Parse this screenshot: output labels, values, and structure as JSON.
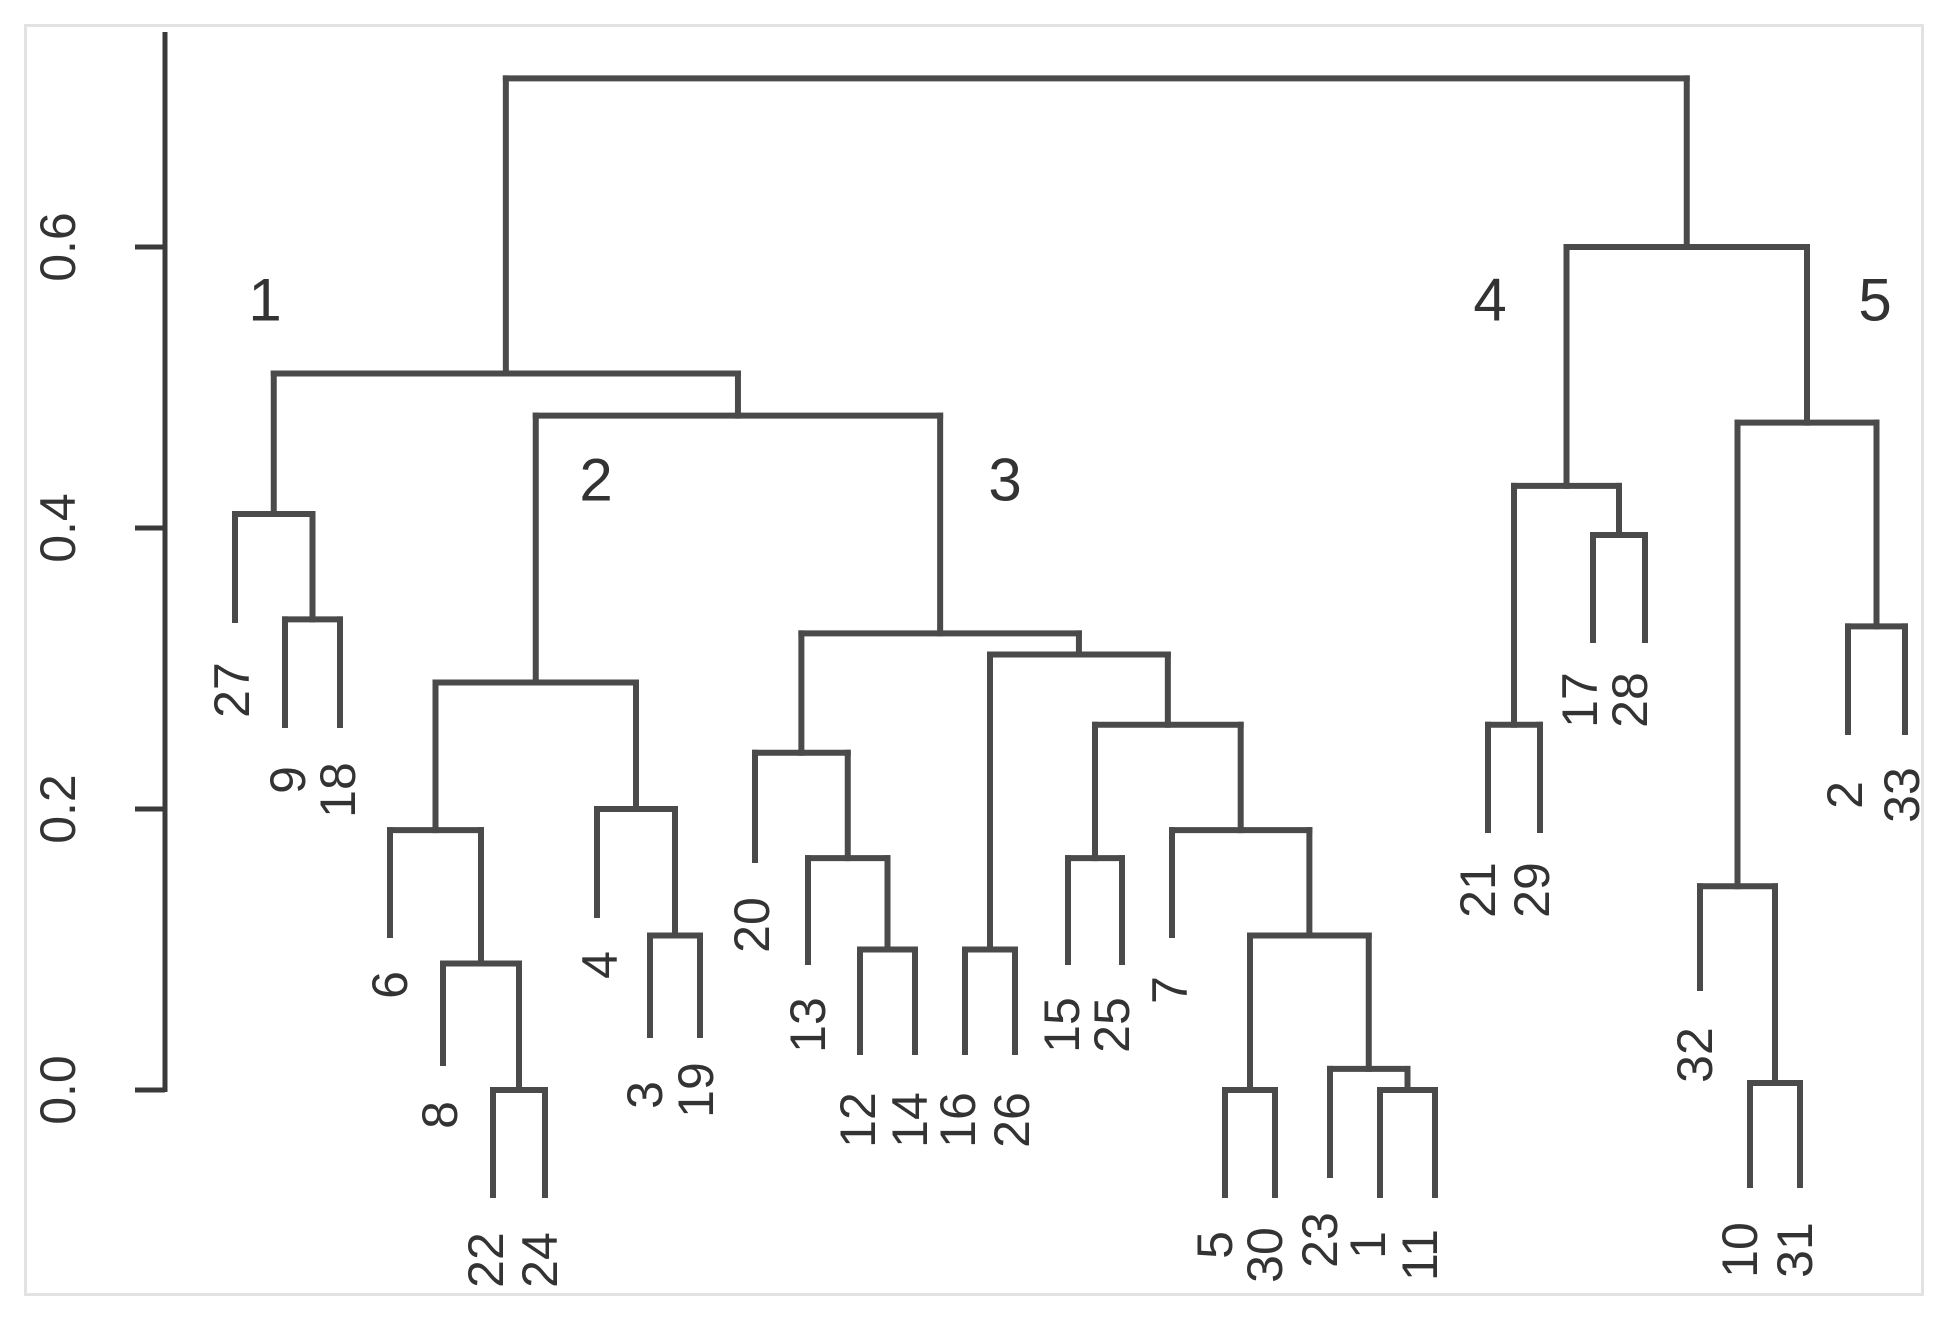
{
  "chart_data": {
    "type": "dendrogram",
    "title": "",
    "xlabel": "",
    "ylabel": "",
    "ylim": [
      0.0,
      0.6
    ],
    "yticks": [
      {
        "value": 0.0,
        "label": "0.0"
      },
      {
        "value": 0.2,
        "label": "0.2"
      },
      {
        "value": 0.4,
        "label": "0.4"
      },
      {
        "value": 0.6,
        "label": "0.6"
      }
    ],
    "leaf_order": [
      "27",
      "9",
      "18",
      "6",
      "8",
      "22",
      "24",
      "4",
      "3",
      "19",
      "20",
      "13",
      "12",
      "14",
      "16",
      "26",
      "15",
      "25",
      "7",
      "5",
      "30",
      "23",
      "1",
      "11",
      "21",
      "29",
      "17",
      "28",
      "2",
      "33",
      "32",
      "10",
      "31"
    ],
    "clusters": [
      {
        "label": "1",
        "leaves": [
          "27",
          "9",
          "18"
        ]
      },
      {
        "label": "2",
        "leaves": [
          "6",
          "8",
          "22",
          "24",
          "4",
          "3",
          "19"
        ]
      },
      {
        "label": "3",
        "leaves": [
          "20",
          "13",
          "12",
          "14",
          "16",
          "26",
          "15",
          "25",
          "7",
          "5",
          "30",
          "23",
          "1",
          "11"
        ]
      },
      {
        "label": "4",
        "leaves": [
          "21",
          "29",
          "17",
          "28"
        ]
      },
      {
        "label": "5",
        "leaves": [
          "2",
          "33",
          "32",
          "10",
          "31"
        ]
      }
    ],
    "merges": [
      {
        "a": "9",
        "b": "18",
        "height": 0.335
      },
      {
        "a": "27",
        "b": "9+18",
        "height": 0.41
      },
      {
        "a": "22",
        "b": "24",
        "height": 0.0
      },
      {
        "a": "8",
        "b": "22+24",
        "height": 0.09
      },
      {
        "a": "6",
        "b": "8+22+24",
        "height": 0.185
      },
      {
        "a": "3",
        "b": "19",
        "height": 0.11
      },
      {
        "a": "4",
        "b": "3+19",
        "height": 0.2
      },
      {
        "a": "6,8,22,24",
        "b": "4,3,19",
        "height": 0.29
      },
      {
        "a": "12",
        "b": "14",
        "height": 0.1
      },
      {
        "a": "13",
        "b": "12+14",
        "height": 0.165
      },
      {
        "a": "20",
        "b": "13,12,14",
        "height": 0.24
      },
      {
        "a": "16",
        "b": "26",
        "height": 0.1
      },
      {
        "a": "15",
        "b": "25",
        "height": 0.165
      },
      {
        "a": "5",
        "b": "30",
        "height": 0.0
      },
      {
        "a": "1",
        "b": "11",
        "height": 0.0
      },
      {
        "a": "23",
        "b": "1+11",
        "height": 0.015
      },
      {
        "a": "5,30",
        "b": "23,1,11",
        "height": 0.11
      },
      {
        "a": "7",
        "b": "5,30,23,1,11",
        "height": 0.185
      },
      {
        "a": "15,25",
        "b": "7,5,30,23,1,11",
        "height": 0.26
      },
      {
        "a": "16,26",
        "b": "15,25,7,5,30,23,1,11",
        "height": 0.31
      },
      {
        "a": "20,13,12,14",
        "b": "16,26,...",
        "height": 0.325
      },
      {
        "a": "cluster 2",
        "b": "cluster 3",
        "height": 0.48
      },
      {
        "a": "cluster 1",
        "b": "clusters 2+3",
        "height": 0.51
      },
      {
        "a": "21",
        "b": "29",
        "height": 0.26
      },
      {
        "a": "17",
        "b": "28",
        "height": 0.395
      },
      {
        "a": "21,29",
        "b": "17,28",
        "height": 0.43
      },
      {
        "a": "2",
        "b": "33",
        "height": 0.33
      },
      {
        "a": "10",
        "b": "31",
        "height": 0.005
      },
      {
        "a": "32",
        "b": "10,31",
        "height": 0.145
      },
      {
        "a": "32,10,31",
        "b": "2,33",
        "height": 0.475
      },
      {
        "a": "cluster 4",
        "b": "cluster 5",
        "height": 0.6
      },
      {
        "a": "clusters 1-3",
        "b": "clusters 4-5",
        "height": 0.72
      }
    ]
  }
}
